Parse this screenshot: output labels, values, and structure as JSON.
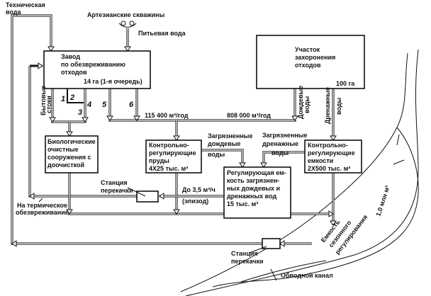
{
  "labels": {
    "tech_water_1": "Техническая",
    "tech_water_2": "вода",
    "artesian": "Артезианские скважины",
    "drinking_water": "Питьевая вода",
    "plant_1": "Завод",
    "plant_2": "по обезвреживанию",
    "plant_3": "отходов",
    "plant_area": "14 га (1-я очередь)",
    "household_1": "Бытовые",
    "household_2": "стоки",
    "n1": "1",
    "n2": "2",
    "n3": "3",
    "n4": "4",
    "n5": "5",
    "n6": "6",
    "flow_1": "115 400 м³/год",
    "flow_2": "808 000 м³/год",
    "burial_1": "Участок",
    "burial_2": "захоронения",
    "burial_3": "отходов",
    "burial_area": "100 га",
    "rain_1": "Дождевые",
    "rain_2": "воды",
    "drain_1": "Дренажные",
    "drain_2": "воды",
    "bio_1": "Биологические",
    "bio_2": "очистные",
    "bio_3": "сооружения с",
    "bio_4": "доочисткой",
    "ponds_1": "Контрольно-",
    "ponds_2": "регулирующие",
    "ponds_3": "пруды",
    "ponds_4": "4Х25 тыс. м³",
    "dirty_rain_1": "Загрязненные",
    "dirty_rain_2": "дождевые",
    "dirty_rain_3": "воды",
    "dirty_drain_1": "Загрязненные",
    "dirty_drain_2": "дренажные",
    "dirty_drain_3": "воды",
    "tanks_1": "Контрольно-",
    "tanks_2": "регулирующие",
    "tanks_3": "емкости",
    "tanks_4": "2Х500 тыс. м³",
    "reg_1": "Регулирующая ем-",
    "reg_2": "кость загрязнен-",
    "reg_3": "ных дождевых и",
    "reg_4": "дренажных вод",
    "reg_5": "15 тыс. м³",
    "pump1_1": "Станция",
    "pump1_2": "перекачки",
    "pump2_1": "Станция",
    "pump2_2": "перекачки",
    "upto_1": "До 3,5 м³/ч",
    "upto_2": "(эпизод)",
    "thermal_1": "На термическое",
    "thermal_2": "обезвреживание",
    "seasonal_1": "Емкость",
    "seasonal_2": "сезонного",
    "seasonal_3": "регулирования",
    "seasonal_vol": "1,0 млн м³",
    "bypass": "Обводной канал"
  }
}
